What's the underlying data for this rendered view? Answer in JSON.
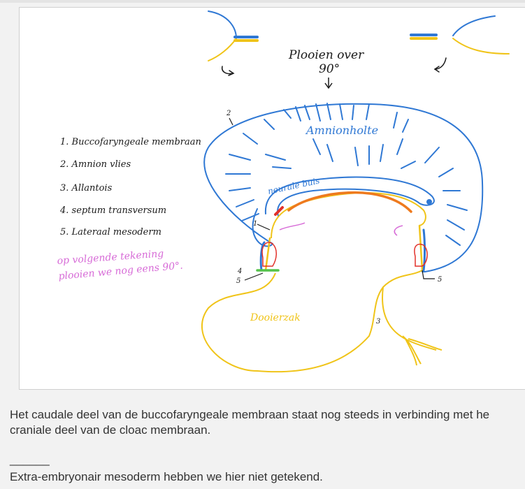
{
  "figure": {
    "labels": {
      "ploolen_line1": "Plooien over",
      "ploolen_line2": "90°",
      "amnionholte": "Amnionholte",
      "neurale_buis": "neurale buis",
      "dooierzak": "Dooierzak",
      "num_1": "1",
      "num_2": "2",
      "num_3": "3",
      "num_4": "4",
      "num_5_left": "5",
      "num_5_right": "5"
    },
    "legend": [
      "1. Buccofaryngeale membraan",
      "2. Amnion vlies",
      "3. Allantois",
      "4. septum transversum",
      "5. Lateraal mesoderm"
    ],
    "note_line1": "op volgende tekening",
    "note_line2": "plooien we nog eens 90°.",
    "colors": {
      "blue": "#2f78d4",
      "yellow": "#f0c419",
      "orange": "#ee7a1e",
      "red": "#e2312a",
      "green": "#54c24a",
      "pink": "#d76bd7",
      "ink": "#1a1a1a"
    }
  },
  "text": {
    "line1": "Het caudale deel van de buccofaryngeale membraan staat nog steeds in verbinding met he",
    "line2": "craniale deel van de cloac membraan.",
    "separator": "______",
    "line3": "Extra-embryonair mesoderm hebben we hier niet getekend."
  }
}
